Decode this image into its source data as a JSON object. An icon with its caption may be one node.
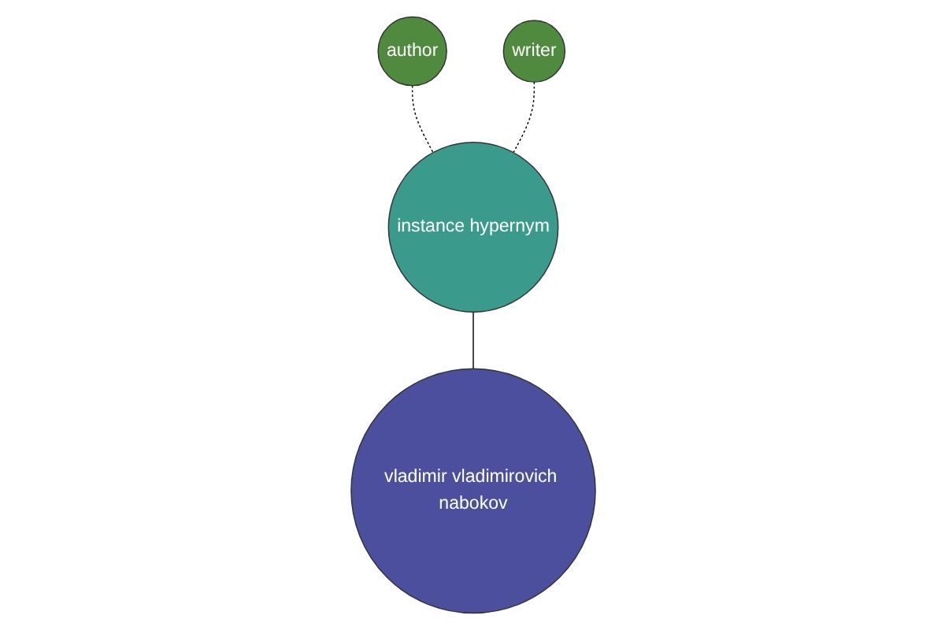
{
  "diagram": {
    "nodes": [
      {
        "text": [
          "author"
        ]
      },
      {
        "text": [
          "writer"
        ]
      },
      {
        "text": [
          "instance hypernym"
        ]
      },
      {
        "text": [
          "vladimir vladimirovich nabokov"
        ]
      }
    ],
    "edges": [
      {
        "from": 0,
        "to": 2,
        "arrow": "none",
        "style": "dashed"
      },
      {
        "from": 1,
        "to": 2,
        "arrow": "none",
        "style": "dashed"
      },
      {
        "from": 2,
        "to": 3,
        "arrow": "none"
      }
    ]
  }
}
